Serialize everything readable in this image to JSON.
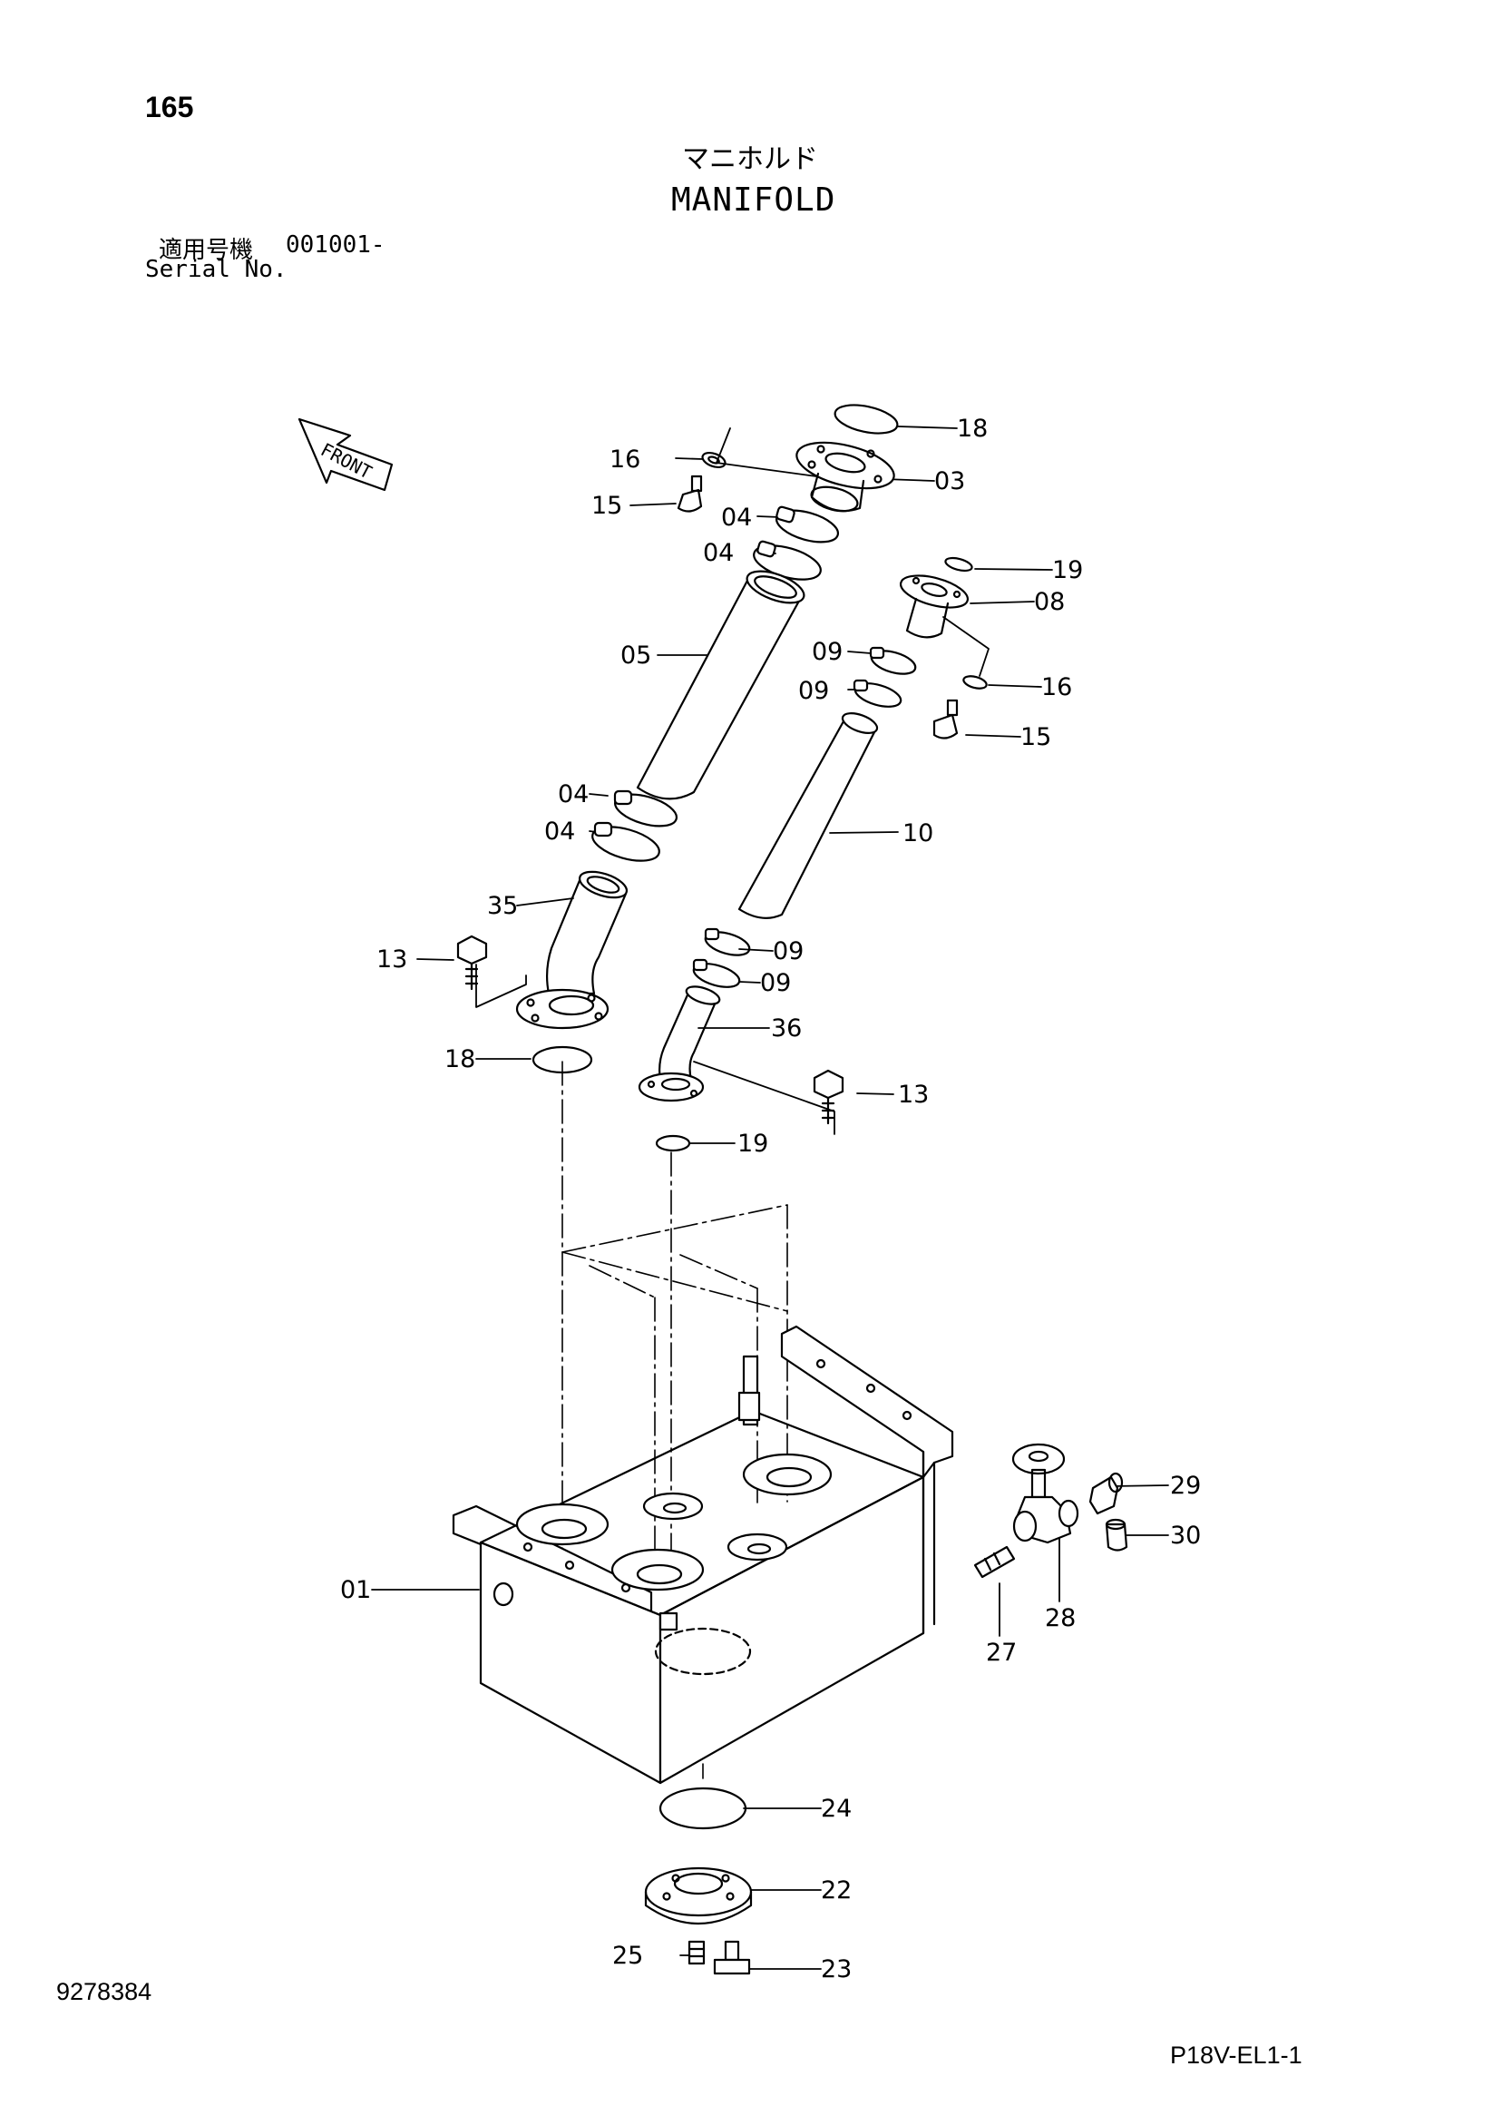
{
  "header": {
    "page_number": "165",
    "title_jp": "マニホルド",
    "title_en": "MANIFOLD",
    "serial_label_jp": "適用号機",
    "serial_number": "001001-",
    "serial_label_en": "Serial No."
  },
  "footer": {
    "doc_number": "9278384",
    "drawing_code": "P18V-EL1-1"
  },
  "diagram": {
    "front_label": "FRONT",
    "callouts": [
      {
        "id": "c-18a",
        "label": "18"
      },
      {
        "id": "c-16a",
        "label": "16"
      },
      {
        "id": "c-03",
        "label": "03"
      },
      {
        "id": "c-15a",
        "label": "15"
      },
      {
        "id": "c-04a",
        "label": "04"
      },
      {
        "id": "c-04b",
        "label": "04"
      },
      {
        "id": "c-19a",
        "label": "19"
      },
      {
        "id": "c-08",
        "label": "08"
      },
      {
        "id": "c-05",
        "label": "05"
      },
      {
        "id": "c-09a",
        "label": "09"
      },
      {
        "id": "c-09b",
        "label": "09"
      },
      {
        "id": "c-16b",
        "label": "16"
      },
      {
        "id": "c-15b",
        "label": "15"
      },
      {
        "id": "c-04c",
        "label": "04"
      },
      {
        "id": "c-04d",
        "label": "04"
      },
      {
        "id": "c-10",
        "label": "10"
      },
      {
        "id": "c-35",
        "label": "35"
      },
      {
        "id": "c-13a",
        "label": "13"
      },
      {
        "id": "c-09c",
        "label": "09"
      },
      {
        "id": "c-09d",
        "label": "09"
      },
      {
        "id": "c-36",
        "label": "36"
      },
      {
        "id": "c-18b",
        "label": "18"
      },
      {
        "id": "c-13b",
        "label": "13"
      },
      {
        "id": "c-19b",
        "label": "19"
      },
      {
        "id": "c-29",
        "label": "29"
      },
      {
        "id": "c-30",
        "label": "30"
      },
      {
        "id": "c-01",
        "label": "01"
      },
      {
        "id": "c-28",
        "label": "28"
      },
      {
        "id": "c-27",
        "label": "27"
      },
      {
        "id": "c-24",
        "label": "24"
      },
      {
        "id": "c-22",
        "label": "22"
      },
      {
        "id": "c-25",
        "label": "25"
      },
      {
        "id": "c-23",
        "label": "23"
      }
    ]
  }
}
